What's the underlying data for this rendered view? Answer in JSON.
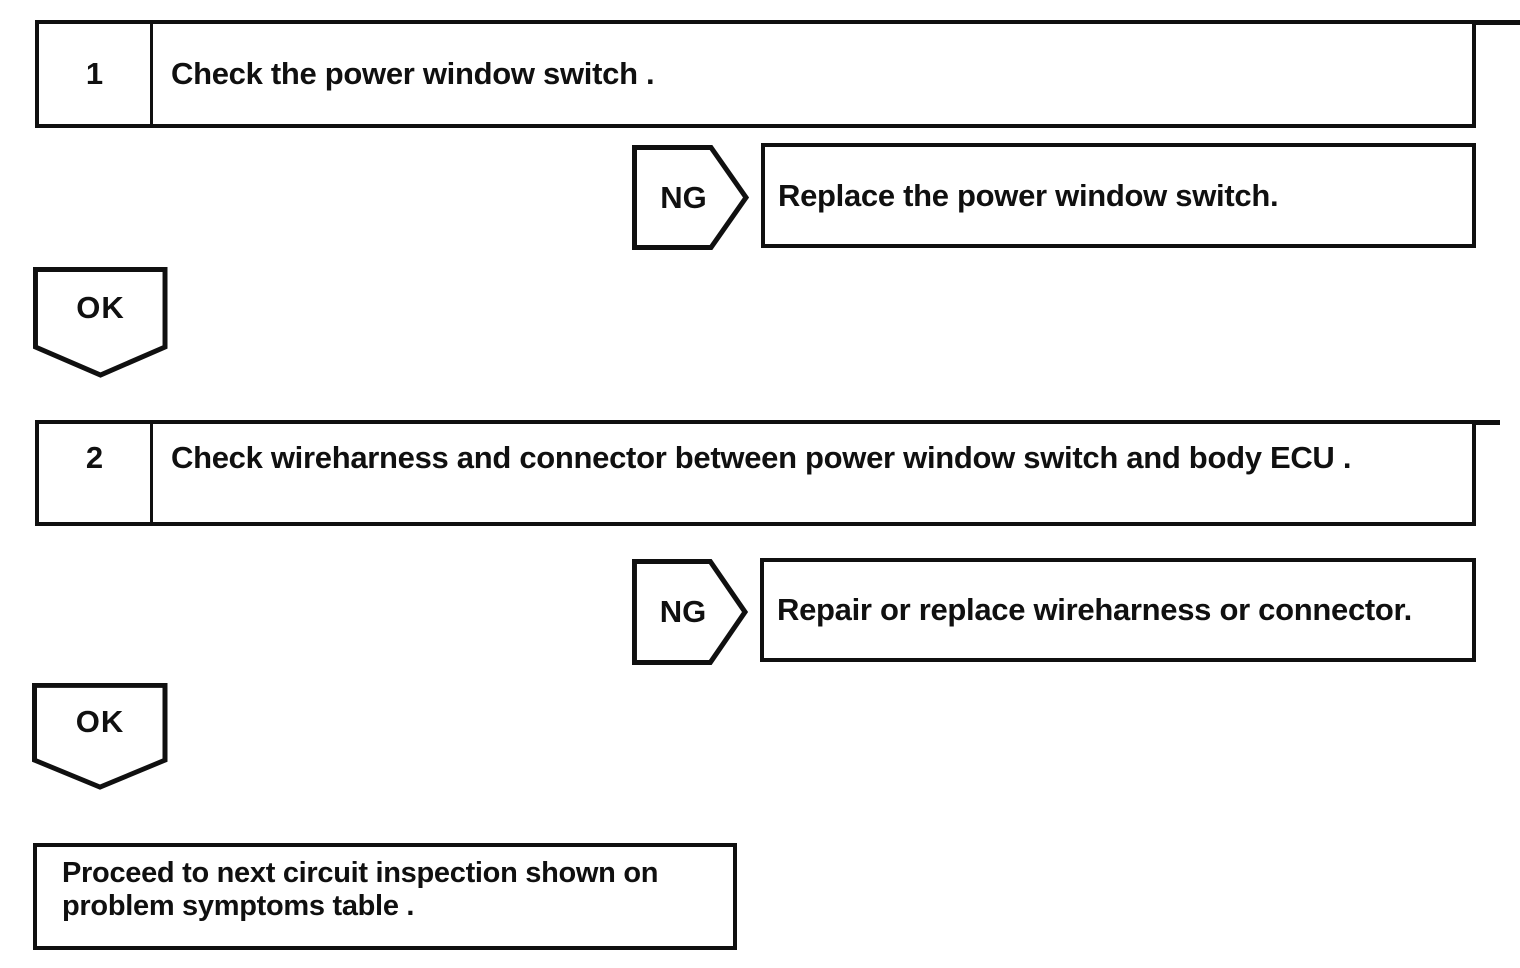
{
  "colors": {
    "ink": "#101010",
    "paper": "#ffffff"
  },
  "flowchart": {
    "steps": [
      {
        "number": "1",
        "instruction": "Check the power window switch .",
        "ng": {
          "label": "NG",
          "action": "Replace the power window switch."
        },
        "ok": {
          "label": "OK"
        }
      },
      {
        "number": "2",
        "instruction": "Check wireharness and connector between power window switch and body ECU .",
        "ng": {
          "label": "NG",
          "action": "Repair or replace wireharness or connector."
        },
        "ok": {
          "label": "OK"
        }
      }
    ],
    "terminal": {
      "line1": "Proceed to next circuit inspection shown on",
      "line2": "problem symptoms table ."
    }
  }
}
